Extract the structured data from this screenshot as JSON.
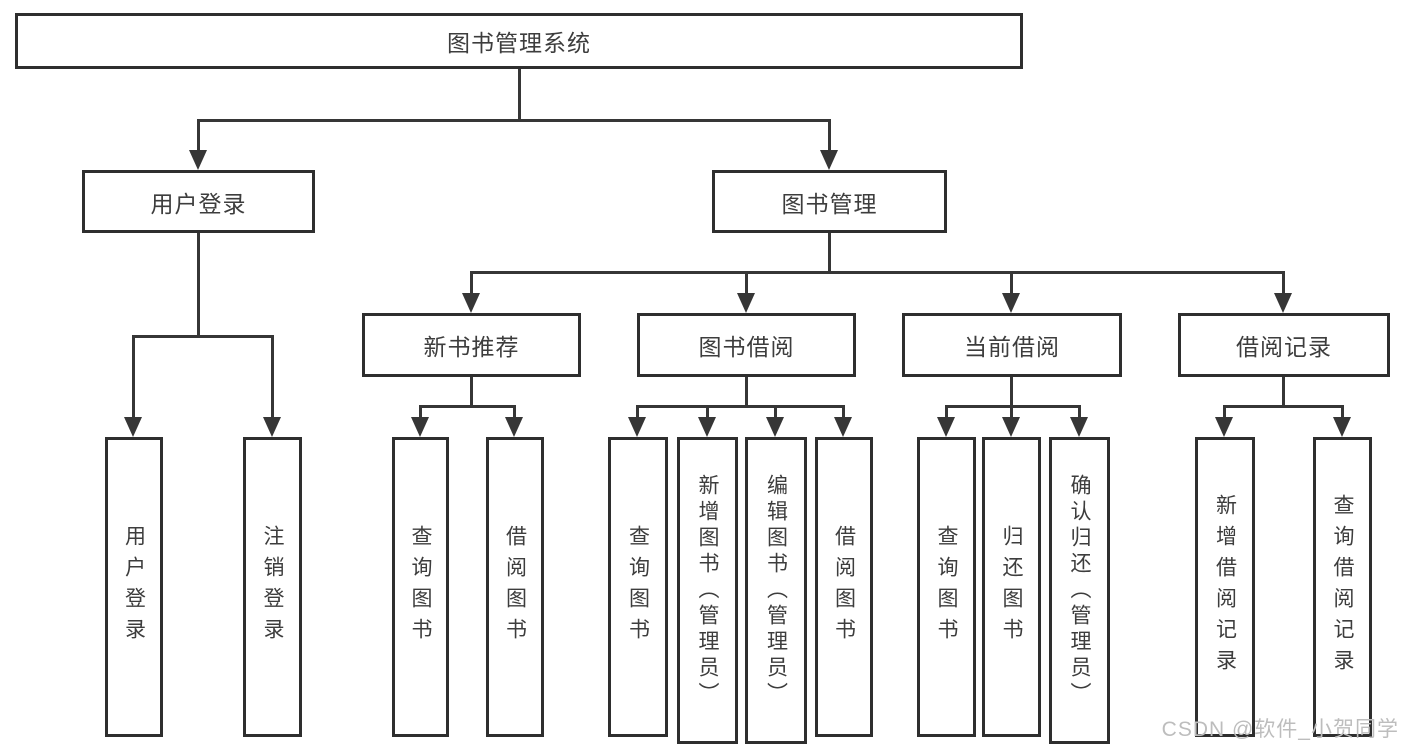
{
  "diagram": {
    "title": "图书管理系统",
    "root": {
      "label": "图书管理系统"
    },
    "branches": [
      {
        "label": "用户登录",
        "children": [
          {
            "label": "用户登录"
          },
          {
            "label": "注销登录"
          }
        ]
      },
      {
        "label": "图书管理",
        "children": [
          {
            "label": "新书推荐",
            "children": [
              {
                "label": "查询图书"
              },
              {
                "label": "借阅图书"
              }
            ]
          },
          {
            "label": "图书借阅",
            "children": [
              {
                "label": "查询图书"
              },
              {
                "label": "新增图书（管理员）"
              },
              {
                "label": "编辑图书（管理员）"
              },
              {
                "label": "借阅图书"
              }
            ]
          },
          {
            "label": "当前借阅",
            "children": [
              {
                "label": "查询图书"
              },
              {
                "label": "归还图书"
              },
              {
                "label": "确认归还（管理员）"
              }
            ]
          },
          {
            "label": "借阅记录",
            "children": [
              {
                "label": "新增借阅记录"
              },
              {
                "label": "查询借阅记录"
              }
            ]
          }
        ]
      }
    ]
  },
  "watermark": {
    "text": "CSDN @软件_小贺同学"
  },
  "colors": {
    "line": "#363636",
    "box_border": "#2e2e2e",
    "text": "#3d3d3d",
    "watermark": "#bdbdbd",
    "background": "#ffffff"
  }
}
